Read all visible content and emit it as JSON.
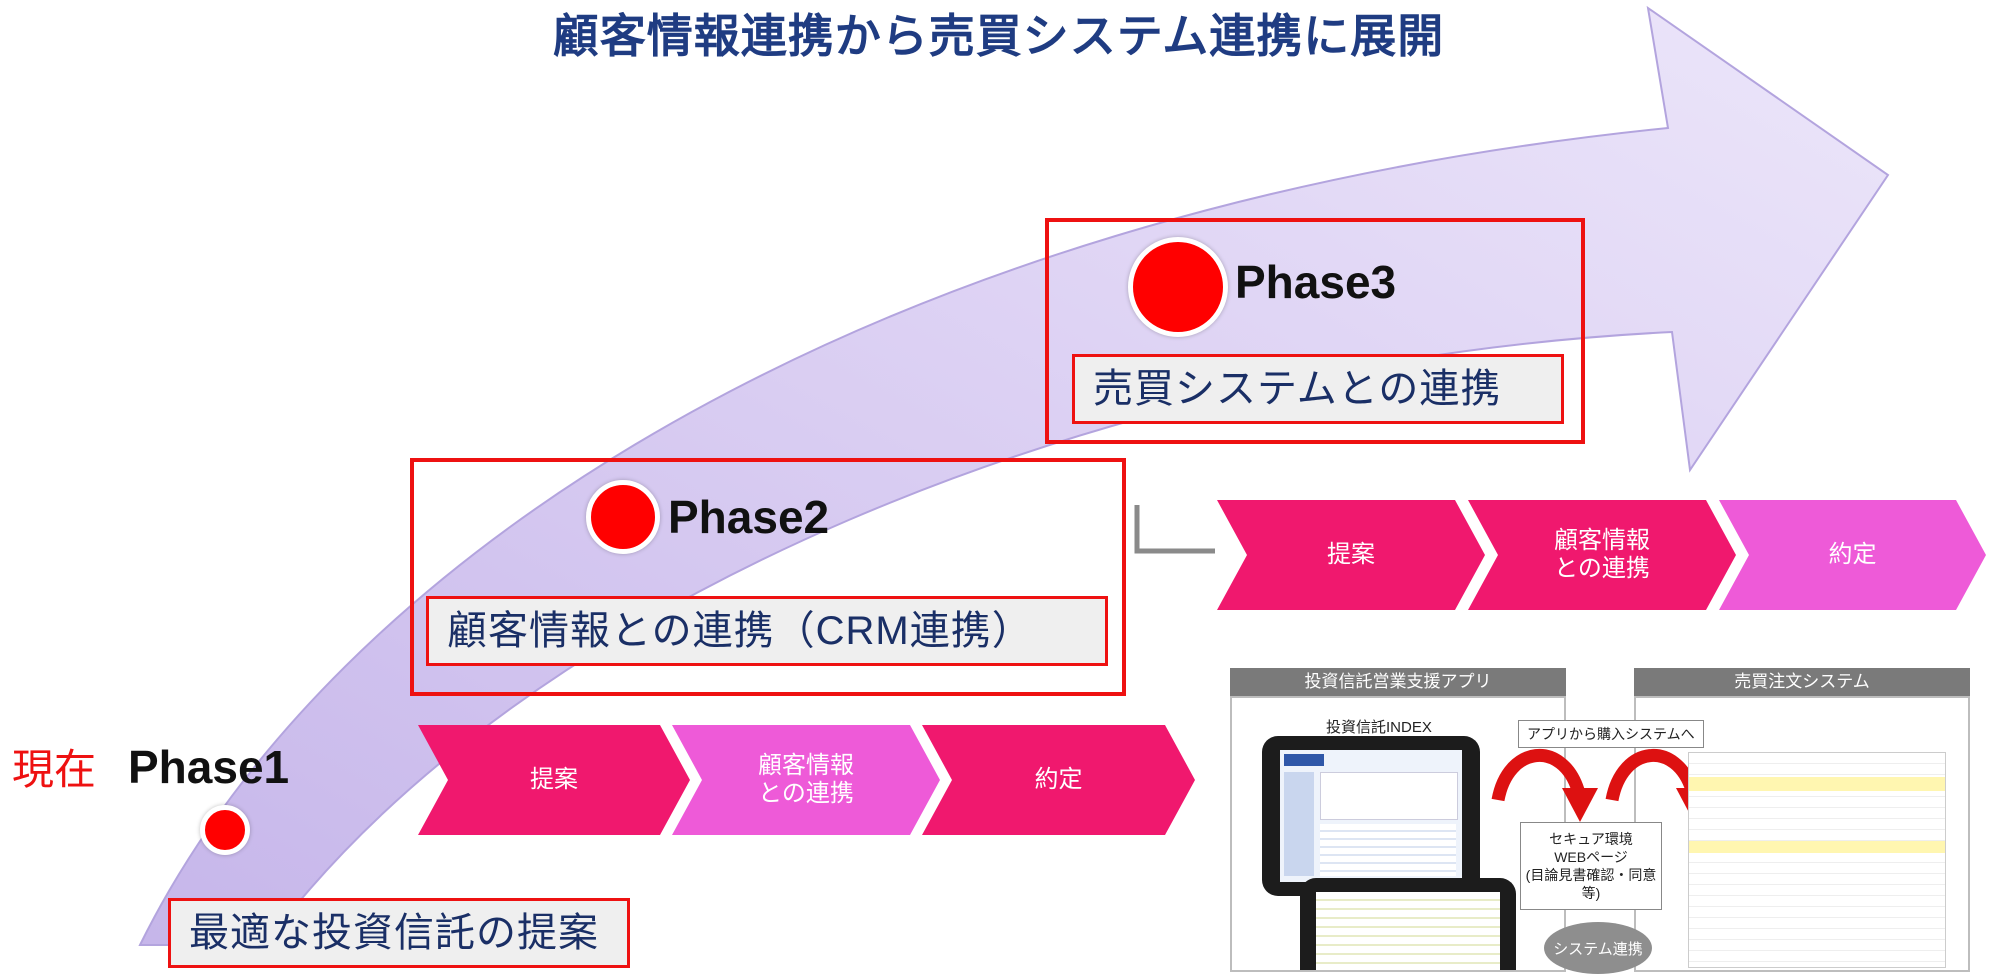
{
  "title": "顧客情報連携から売買システム連携に展開",
  "now_label": "現在",
  "phases": [
    {
      "name": "Phase1",
      "description": "最適な投資信託の提案"
    },
    {
      "name": "Phase2",
      "description": "顧客情報との連携（CRM連携）"
    },
    {
      "name": "Phase3",
      "description": "売買システムとの連携"
    }
  ],
  "flow_phase1": [
    "提案",
    "顧客情報\nとの連携",
    "約定"
  ],
  "flow_phase2": [
    "提案",
    "顧客情報\nとの連携",
    "約定"
  ],
  "screens": {
    "left_panel_title": "投資信託営業支援アプリ",
    "right_panel_title": "売買注文システム",
    "index_label": "投資信託INDEX",
    "app_to_system": "アプリから購入システムへ",
    "secure_box": "セキュア環境\nWEBページ\n(目論見書確認・同意等)",
    "system_link": "システム連携"
  },
  "colors": {
    "title": "#1f3c82",
    "accent_red": "#ee1111",
    "chevron_pink": "#f0186e",
    "chevron_light": "#ee5ad8",
    "arrow_fill": "#d7cdf0"
  }
}
